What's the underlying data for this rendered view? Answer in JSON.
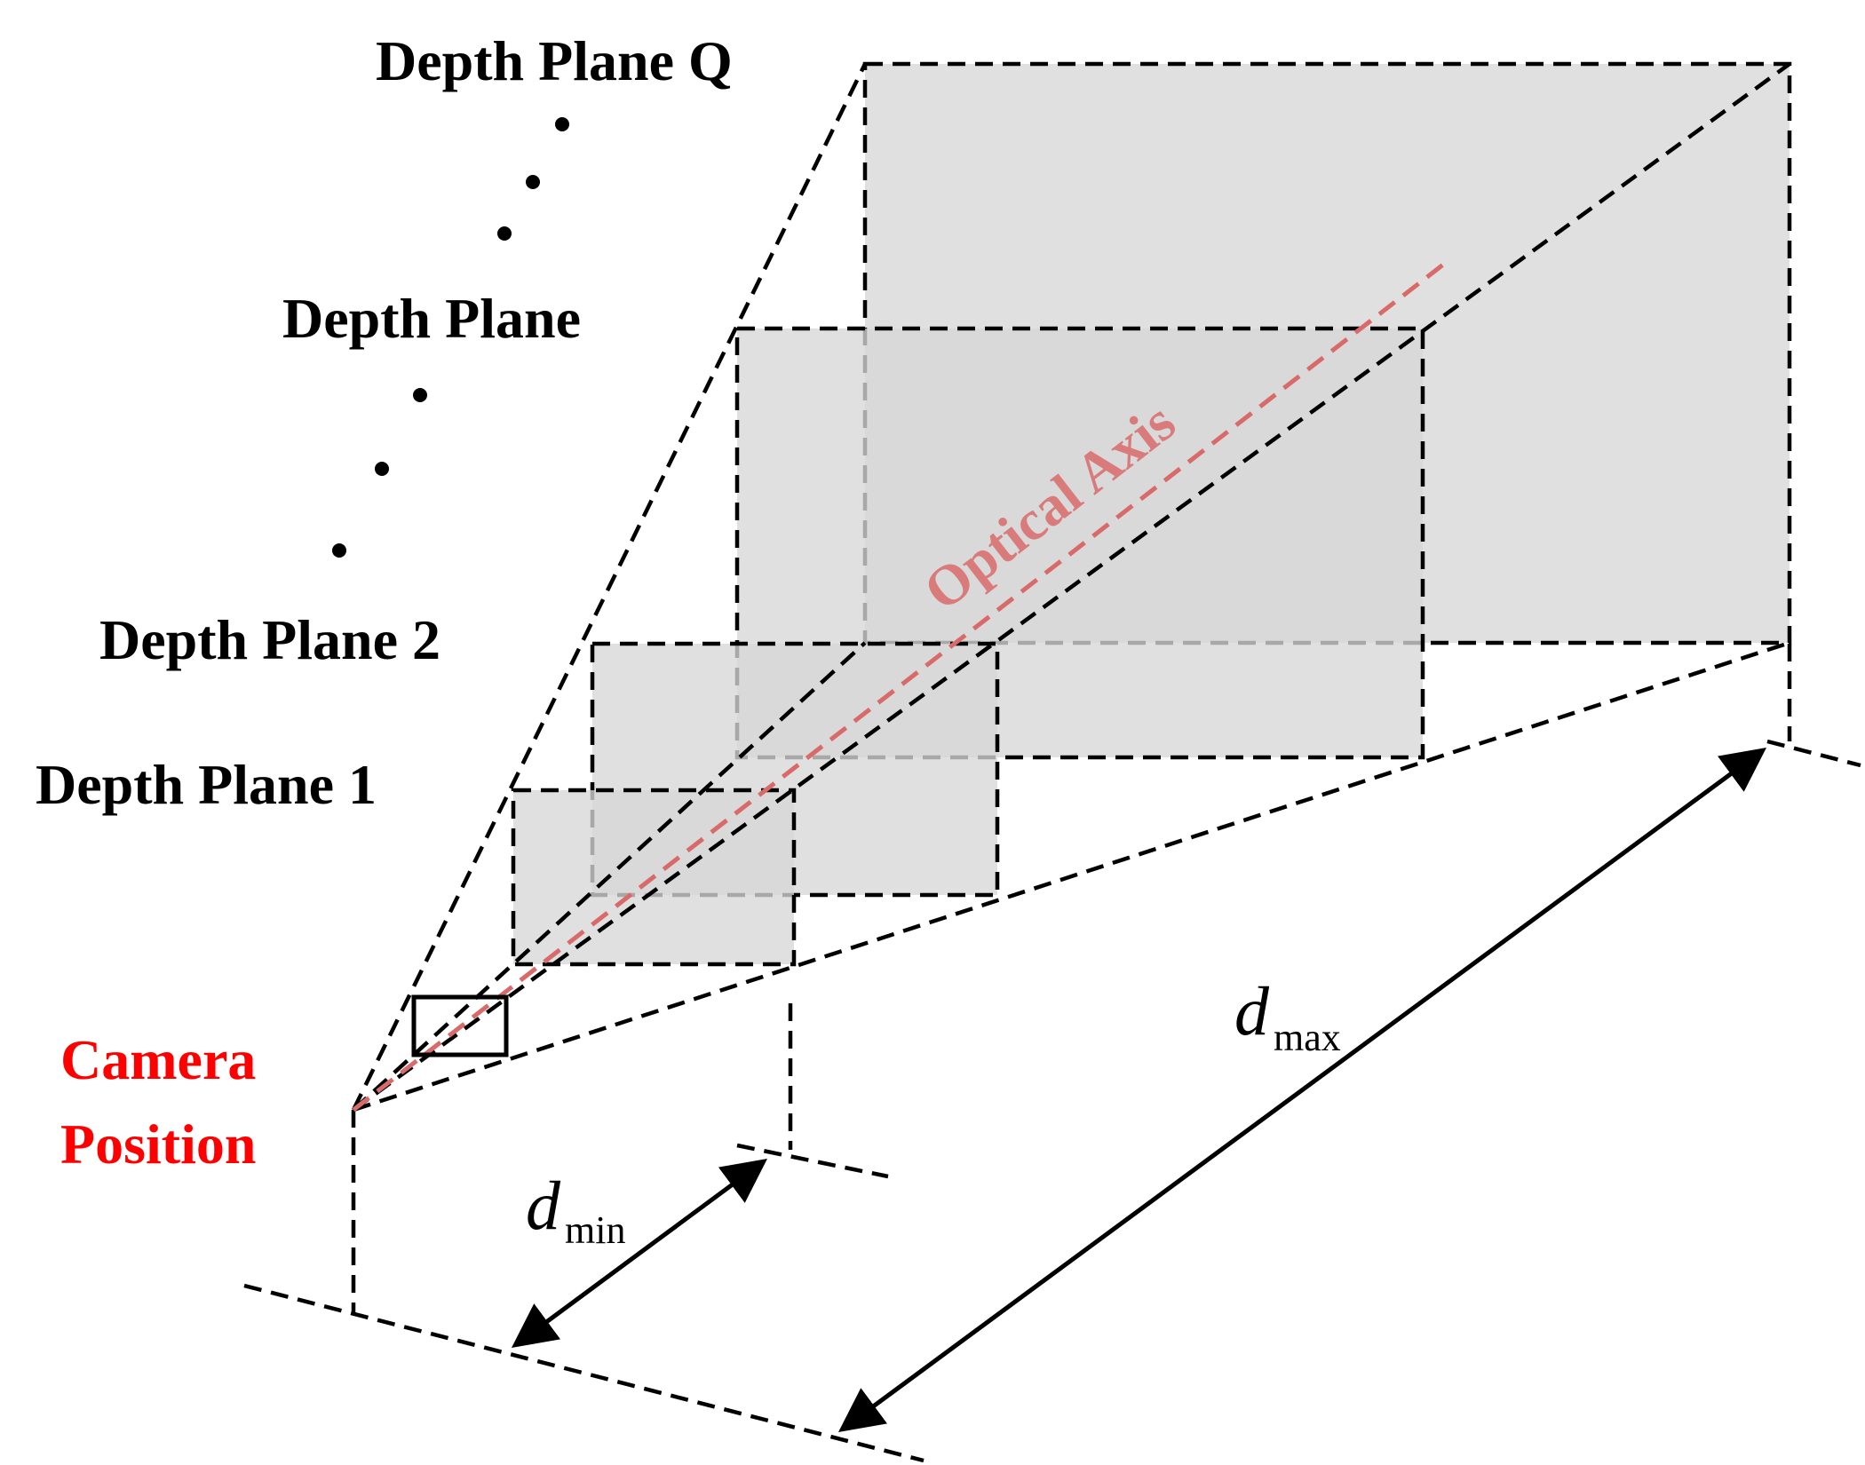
{
  "labels": {
    "plane_q": "Depth Plane Q",
    "plane_mid": "Depth Plane",
    "plane_2": "Depth Plane 2",
    "plane_1": "Depth Plane 1",
    "camera_line1": "Camera",
    "camera_line2": "Position",
    "optical_axis": "Optical Axis",
    "dmin_var": "d",
    "dmin_sub": "min",
    "dmax_var": "d",
    "dmax_sub": "max"
  },
  "colors": {
    "camera_label": "#ff0000",
    "optical_axis": "#d96a6a",
    "plane_fill": "#d7d7d7"
  }
}
